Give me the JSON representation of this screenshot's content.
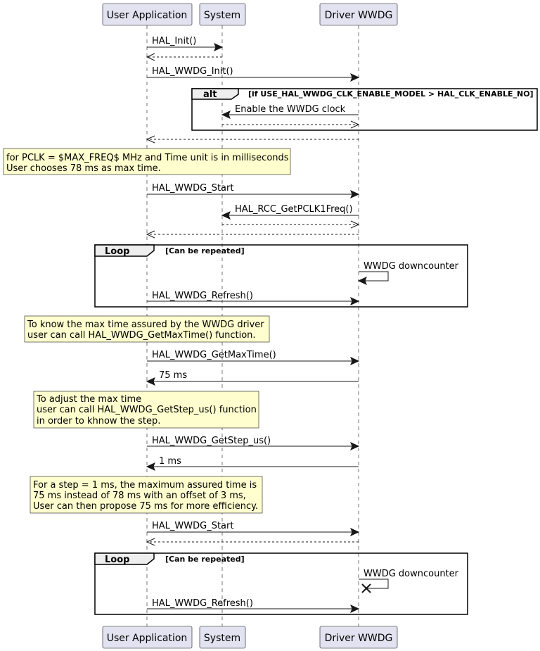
{
  "participants": {
    "user_app": "User Application",
    "system": "System",
    "driver": "Driver WWDG"
  },
  "messages": {
    "hal_init": "HAL_Init()",
    "hal_wwdg_init": "HAL_WWDG_Init()",
    "enable_clock": "Enable the WWDG clock",
    "hal_wwdg_start_1": "HAL_WWDG_Start",
    "get_pclk1": "HAL_RCC_GetPCLK1Freq()",
    "downcounter_1": "WWDG downcounter",
    "refresh_1": "HAL_WWDG_Refresh()",
    "get_max_time": "HAL_WWDG_GetMaxTime()",
    "reply_75ms": "75 ms",
    "get_step": "HAL_WWDG_GetStep_us()",
    "reply_1ms": "1 ms",
    "hal_wwdg_start_2": "HAL_WWDG_Start",
    "downcounter_2": "WWDG downcounter",
    "refresh_2": "HAL_WWDG_Refresh()"
  },
  "frames": {
    "alt": {
      "keyword": "alt",
      "guard": "[if USE_HAL_WWDG_CLK_ENABLE_MODEL > HAL_CLK_ENABLE_NO]"
    },
    "loop1": {
      "keyword": "Loop",
      "guard": "[Can be repeated]"
    },
    "loop2": {
      "keyword": "Loop",
      "guard": "[Can be repeated]"
    }
  },
  "notes": {
    "note1": [
      "for PCLK = $MAX_FREQ$ MHz and Time unit is in milliseconds",
      "User chooses 78 ms as max time."
    ],
    "note2": [
      "To know the max time assured by the WWDG driver",
      "user can call HAL_WWDG_GetMaxTime() function."
    ],
    "note3": [
      "To adjust the max time",
      "user can call HAL_WWDG_GetStep_us() function",
      "in order to khnow the step."
    ],
    "note4": [
      "For a step = 1 ms, the maximum assured time is",
      "75 ms instead of 78 ms with an offset of 3 ms,",
      "User can then propose 75 ms for more efficiency."
    ]
  },
  "colors": {
    "participant_fill": "#e2e2f0",
    "note_fill": "#fefece",
    "frame_tab_fill": "#eeeeee",
    "line": "#181818"
  }
}
